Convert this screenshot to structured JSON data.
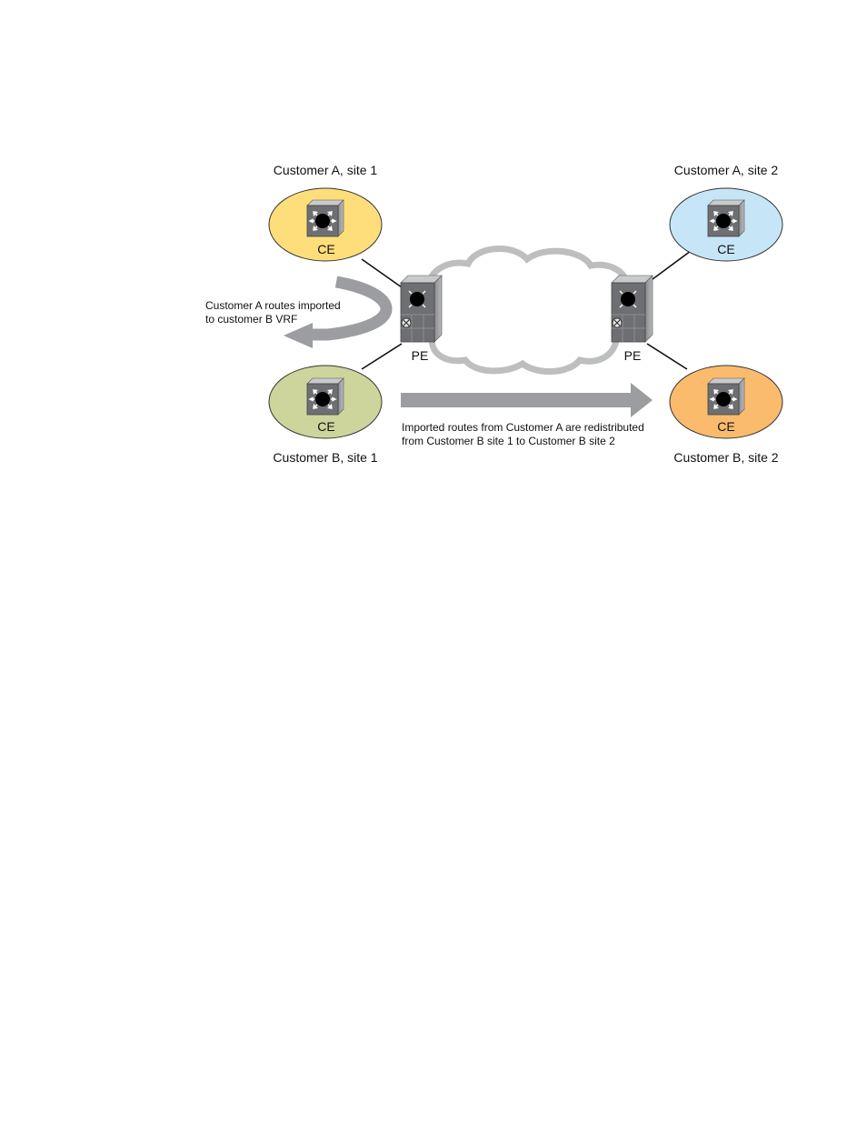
{
  "sites": {
    "a1": {
      "label": "Customer A, site 1",
      "device": "CE",
      "fill": "#FEDE7A"
    },
    "a2": {
      "label": "Customer A, site 2",
      "device": "CE",
      "fill": "#C6E6F7"
    },
    "b1": {
      "label": "Customer B, site 1",
      "device": "CE",
      "fill": "#CDD59C"
    },
    "b2": {
      "label": "Customer B, site 2",
      "device": "CE",
      "fill": "#FABB6D"
    }
  },
  "pe_left": {
    "label": "PE"
  },
  "pe_right": {
    "label": "PE"
  },
  "annotations": {
    "import_line1": "Customer A routes imported",
    "import_line2": "to customer B VRF",
    "redistribute_line1": "Imported routes from Customer A are redistributed",
    "redistribute_line2": "from Customer B site 1 to Customer B site 2"
  },
  "colors": {
    "arrow": "#9C9DA0",
    "cloud_outline": "#BDBEC0",
    "device_body": "#6E6F72",
    "link": "#111111"
  },
  "icons": {
    "ce": "router-icon",
    "pe": "switch-router-icon",
    "cloud": "provider-network-cloud",
    "vrf": "vrf-icon"
  }
}
